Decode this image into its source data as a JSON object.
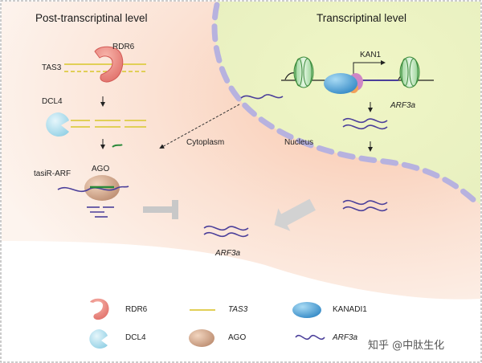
{
  "panels": {
    "left_title": "Post-transcriptinal level",
    "right_title": "Transcriptinal level"
  },
  "left_labels": {
    "rdr6": "RDR6",
    "tas3": "TAS3",
    "dcl4": "DCL4",
    "tasirarf": "tasiR-ARF",
    "ago": "AGO"
  },
  "right_labels": {
    "kan1": "KAN1",
    "arf3a_right": "ARF3a",
    "nucleus": "Nucleus"
  },
  "center_labels": {
    "cytoplasm": "Cytoplasm",
    "arf3a_center": "ARF3a"
  },
  "legend": {
    "rdr6": "RDR6",
    "tas3": "TAS3",
    "kanadi1": "KANADI1",
    "dcl4": "DCL4",
    "ago": "AGO",
    "arf3a": "ARF3a"
  },
  "watermark": "知乎 @中肽生化",
  "colors": {
    "nucleus_fill": "#eef5c8",
    "cytoplasm_fill": "#fbe3d3",
    "nuclear_envelope": "#b9b4e0",
    "rdr6": "#ee8a82",
    "tas3_line": "#e1cf57",
    "dcl4": "#a6dbea",
    "ago": "#c79878",
    "kanadi1": "#5aa9dc",
    "arf3a_line": "#4b3f9a",
    "nucleosome": "#b5e4b3"
  }
}
